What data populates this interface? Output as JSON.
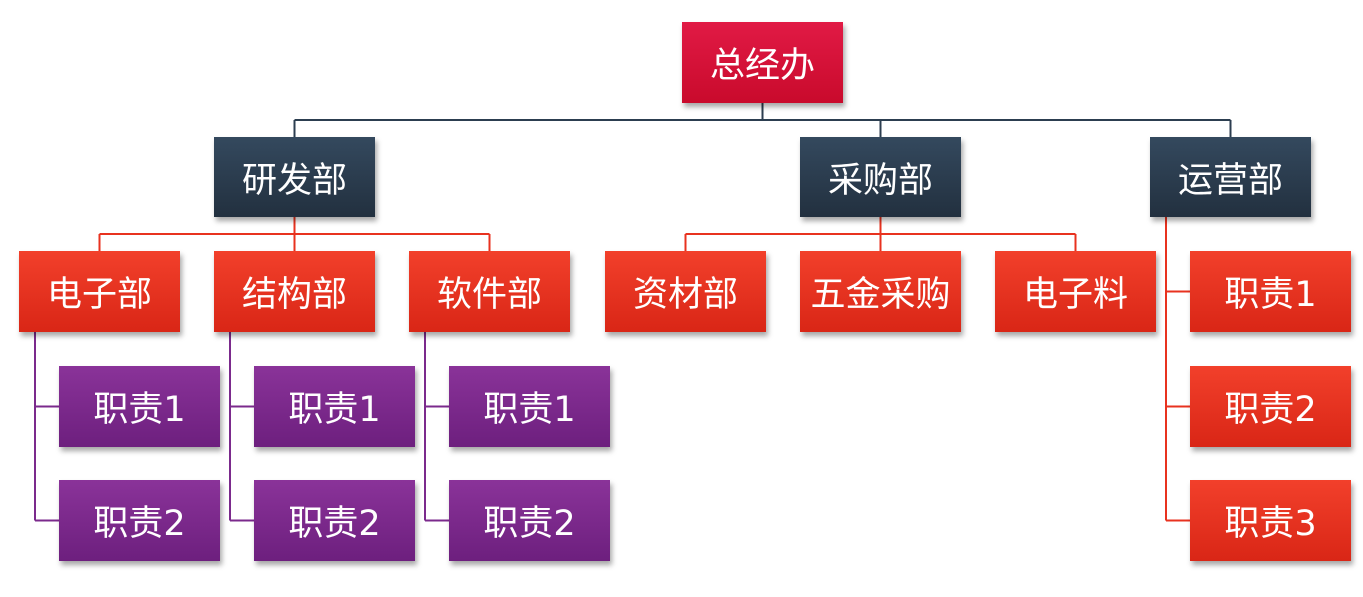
{
  "colors": {
    "top": "#d7102f",
    "dept": "#2c3e50",
    "red": "#e8321f",
    "purple": "#7b2a8c",
    "line_top": "#2c3e50",
    "line_red": "#e8321f",
    "line_purple": "#7b2a8c"
  },
  "org": {
    "root": "总经办",
    "rd": {
      "label": "研发部",
      "elec": {
        "label": "电子部",
        "duties": [
          "职责1",
          "职责2"
        ]
      },
      "struct": {
        "label": "结构部",
        "duties": [
          "职责1",
          "职责2"
        ]
      },
      "soft": {
        "label": "软件部",
        "duties": [
          "职责1",
          "职责2"
        ]
      }
    },
    "purchase": {
      "label": "采购部",
      "children": [
        "资材部",
        "五金采购",
        "电子料"
      ]
    },
    "ops": {
      "label": "运营部",
      "duties": [
        "职责1",
        "职责2",
        "职责3"
      ]
    }
  }
}
